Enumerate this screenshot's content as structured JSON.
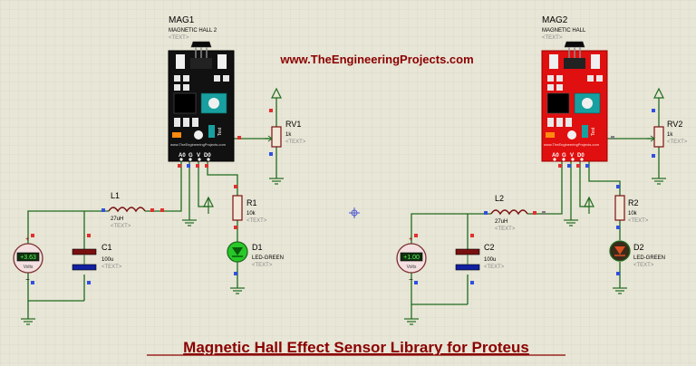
{
  "website": "www.TheEngineeringProjects.com",
  "footer_title": "Magnetic Hall Effect Sensor Library for Proteus",
  "module_brand": "www.TheEngineeringProjects.com",
  "colors": {
    "background": "#e8e6d6",
    "grid": "#d2d0c2",
    "wire": "#1f6b1f",
    "module1": "#111111",
    "module2": "#e01010",
    "title": "#8b0000",
    "led1": "#28c828",
    "led2": "#3a2a1a",
    "pin_red": "#e03030",
    "pin_blue": "#3050e0"
  },
  "circuits": [
    {
      "sensor": {
        "ref": "MAG1",
        "value": "MAGNETIC HALL 2",
        "text": "<TEXT>"
      },
      "pins": [
        "A0",
        "G",
        "V",
        "D0"
      ],
      "test_label": "Test",
      "inductor": {
        "ref": "L1",
        "value": "27uH",
        "text": "<TEXT>"
      },
      "capacitor": {
        "ref": "C1",
        "value": "100u",
        "text": "<TEXT>"
      },
      "resistor": {
        "ref": "R1",
        "value": "10k",
        "text": "<TEXT>"
      },
      "led": {
        "ref": "D1",
        "value": "LED-GREEN",
        "text": "<TEXT>"
      },
      "pot": {
        "ref": "RV1",
        "value": "1k",
        "text": "<TEXT>"
      },
      "meter": {
        "reading": "+3.63",
        "unit": "Volts",
        "plus": "+",
        "minus": "−"
      }
    },
    {
      "sensor": {
        "ref": "MAG2",
        "value": "MAGNETIC HALL",
        "text": "<TEXT>"
      },
      "pins": [
        "A0",
        "G",
        "V",
        "D0"
      ],
      "test_label": "Test",
      "inductor": {
        "ref": "L2",
        "value": "27uH",
        "text": "<TEXT>"
      },
      "capacitor": {
        "ref": "C2",
        "value": "100u",
        "text": "<TEXT>"
      },
      "resistor": {
        "ref": "R2",
        "value": "10k",
        "text": "<TEXT>"
      },
      "led": {
        "ref": "D2",
        "value": "LED-GREEN",
        "text": "<TEXT>"
      },
      "pot": {
        "ref": "RV2",
        "value": "1k",
        "text": "<TEXT>"
      },
      "meter": {
        "reading": "+1.00",
        "unit": "Volts",
        "plus": "+",
        "minus": "−"
      }
    }
  ]
}
